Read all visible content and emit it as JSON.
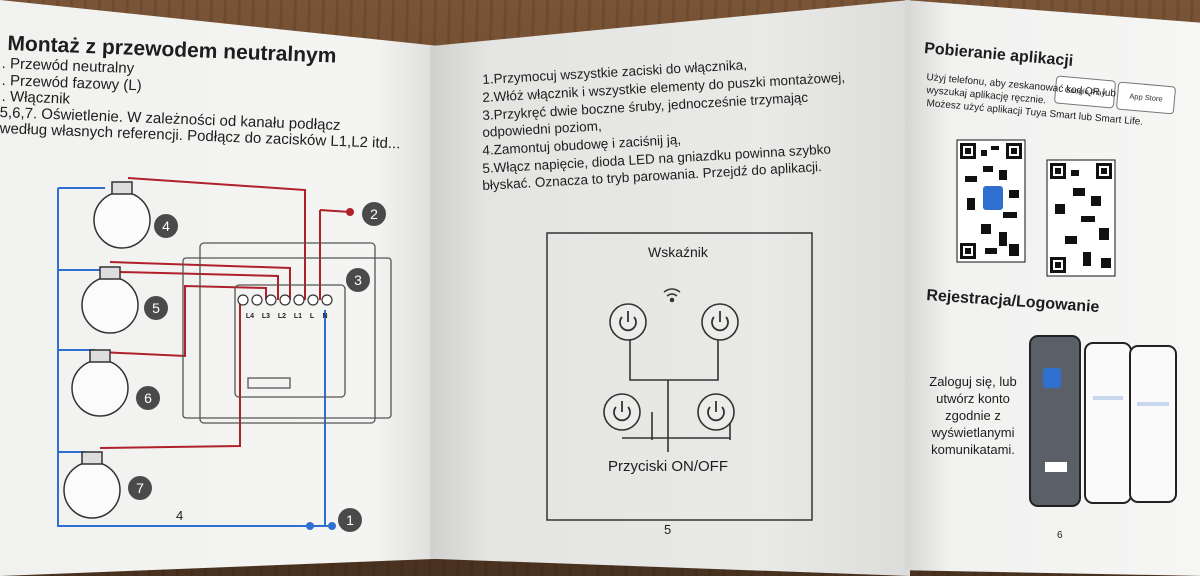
{
  "left_page": {
    "title": "Montaż z przewodem neutralnym",
    "items": [
      ". Przewód neutralny",
      ". Przewód fazowy (L)",
      ". Włącznik",
      "5,6,7. Oświetlenie. W zależności od kanału podłącz",
      "według własnych referencji. Podłącz do zacisków L1,L2 itd..."
    ],
    "diagram": {
      "bulb_numbers": [
        "4",
        "5",
        "6",
        "7"
      ],
      "wire_numbers": [
        "2",
        "3",
        "1"
      ],
      "terminal_labels": [
        "L4",
        "L3",
        "L2",
        "L1",
        "L",
        "N"
      ]
    },
    "page_number": "4"
  },
  "middle_page": {
    "steps": [
      "1.Przymocuj wszystkie zaciski do włącznika,",
      "2.Włóż włącznik i wszystkie elementy do puszki montażowej,",
      "3.Przykręć dwie boczne śruby, jednocześnie trzymając",
      "odpowiedni poziom,",
      "4.Zamontuj obudowę i zaciśnij ją,",
      "5.Włącz napięcie, dioda LED na gniazdku powinna szybko",
      "błyskać. Oznacza to tryb parowania. Przejdź do aplikacji."
    ],
    "indicator_label": "Wskaźnik",
    "buttons_label": "Przyciski ON/OFF",
    "page_number": "5"
  },
  "right_page": {
    "download_title": "Pobieranie aplikacji",
    "google_play": "Google Play",
    "app_store": "App Store",
    "download_text": [
      "Użyj telefonu, aby zeskanować kod QR lub",
      "wyszukaj aplikację ręcznie.",
      "Możesz użyć aplikacji Tuya Smart lub Smart Life."
    ],
    "register_title": "Rejestracja/Logowanie",
    "register_text": [
      "Zaloguj się, lub",
      "utwórz konto",
      "zgodnie z",
      "wyświetlanymi",
      "komunikatami."
    ],
    "page_number": "6"
  },
  "colors": {
    "blue_wire": "#2f6fd0",
    "red_wire": "#b0202a",
    "badge": "#4a4a4a",
    "paper": "#f2f2f0"
  }
}
